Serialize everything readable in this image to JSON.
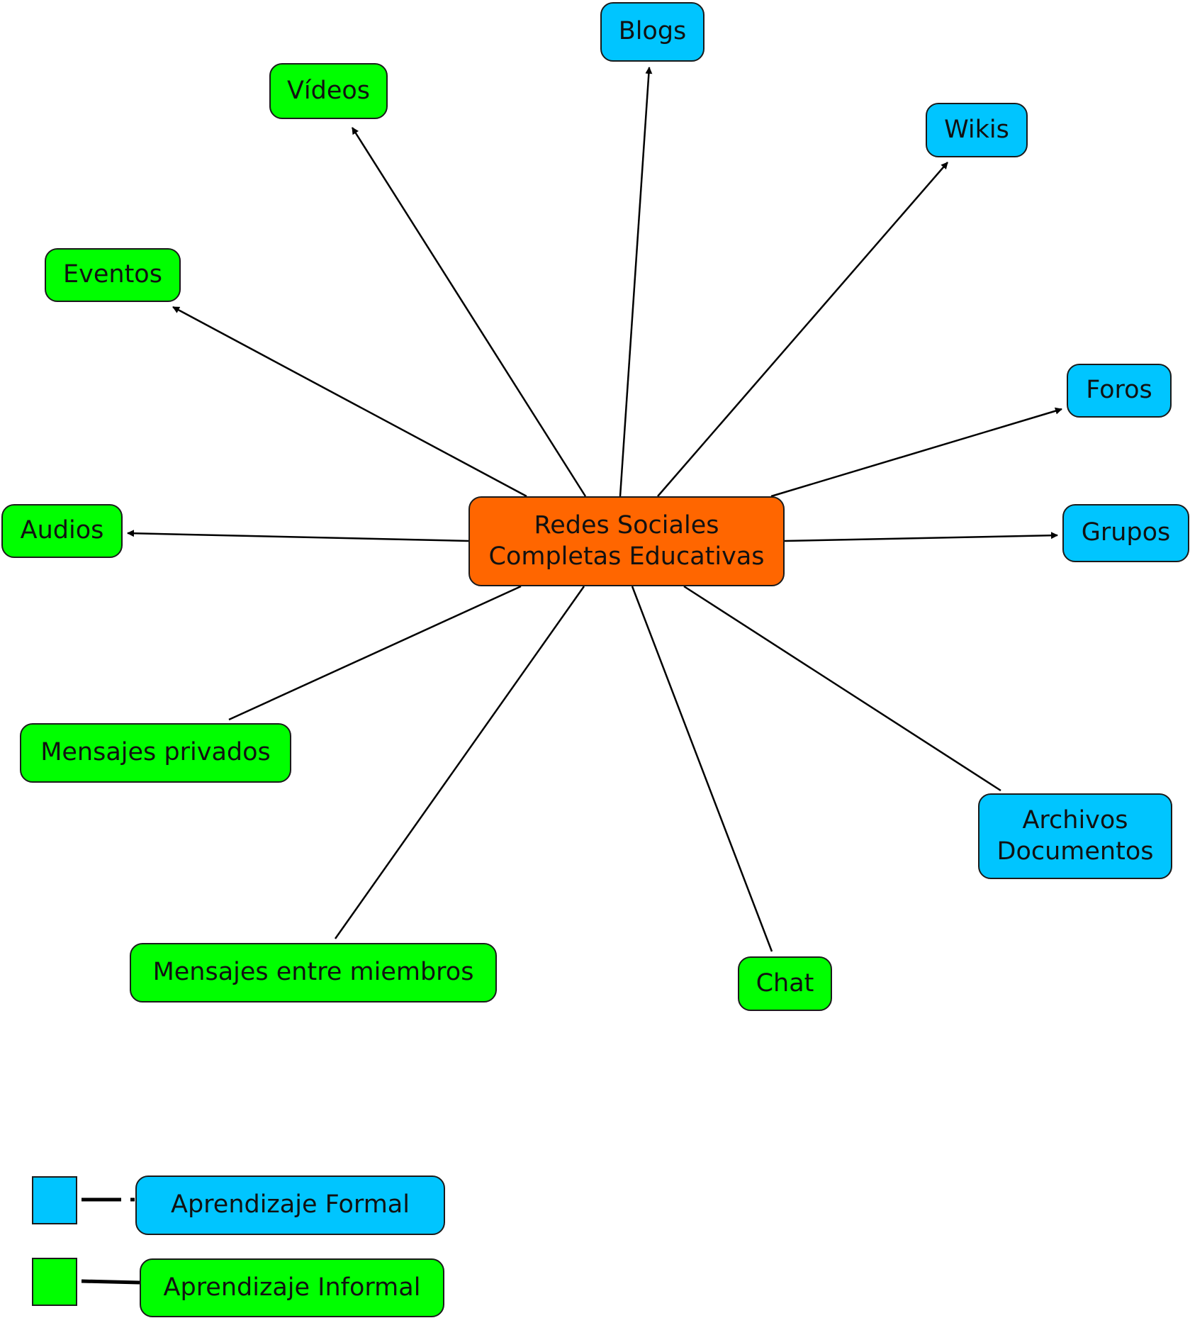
{
  "colors": {
    "formal": "#00c5ff",
    "informal": "#00ff00",
    "center": "#ff6600",
    "line": "#000000"
  },
  "center": {
    "label": "Redes Sociales\nCompletas Educativas"
  },
  "nodes": [
    {
      "id": "blogs",
      "label": "Blogs",
      "type": "formal",
      "arrow": true
    },
    {
      "id": "videos",
      "label": "Vídeos",
      "type": "informal",
      "arrow": true
    },
    {
      "id": "wikis",
      "label": "Wikis",
      "type": "formal",
      "arrow": true
    },
    {
      "id": "eventos",
      "label": "Eventos",
      "type": "informal",
      "arrow": true
    },
    {
      "id": "foros",
      "label": "Foros",
      "type": "formal",
      "arrow": true
    },
    {
      "id": "audios",
      "label": "Audios",
      "type": "informal",
      "arrow": true
    },
    {
      "id": "grupos",
      "label": "Grupos",
      "type": "formal",
      "arrow": true
    },
    {
      "id": "mensajes_privados",
      "label": "Mensajes privados",
      "type": "informal",
      "arrow": false
    },
    {
      "id": "archivos",
      "label": "Archivos\nDocumentos",
      "type": "formal",
      "arrow": false
    },
    {
      "id": "mensajes_miembros",
      "label": "Mensajes entre miembros",
      "type": "informal",
      "arrow": false
    },
    {
      "id": "chat",
      "label": "Chat",
      "type": "informal",
      "arrow": false
    }
  ],
  "legend": [
    {
      "id": "formal",
      "label": "Aprendizaje Formal",
      "type": "formal"
    },
    {
      "id": "informal",
      "label": "Aprendizaje Informal",
      "type": "informal"
    }
  ]
}
